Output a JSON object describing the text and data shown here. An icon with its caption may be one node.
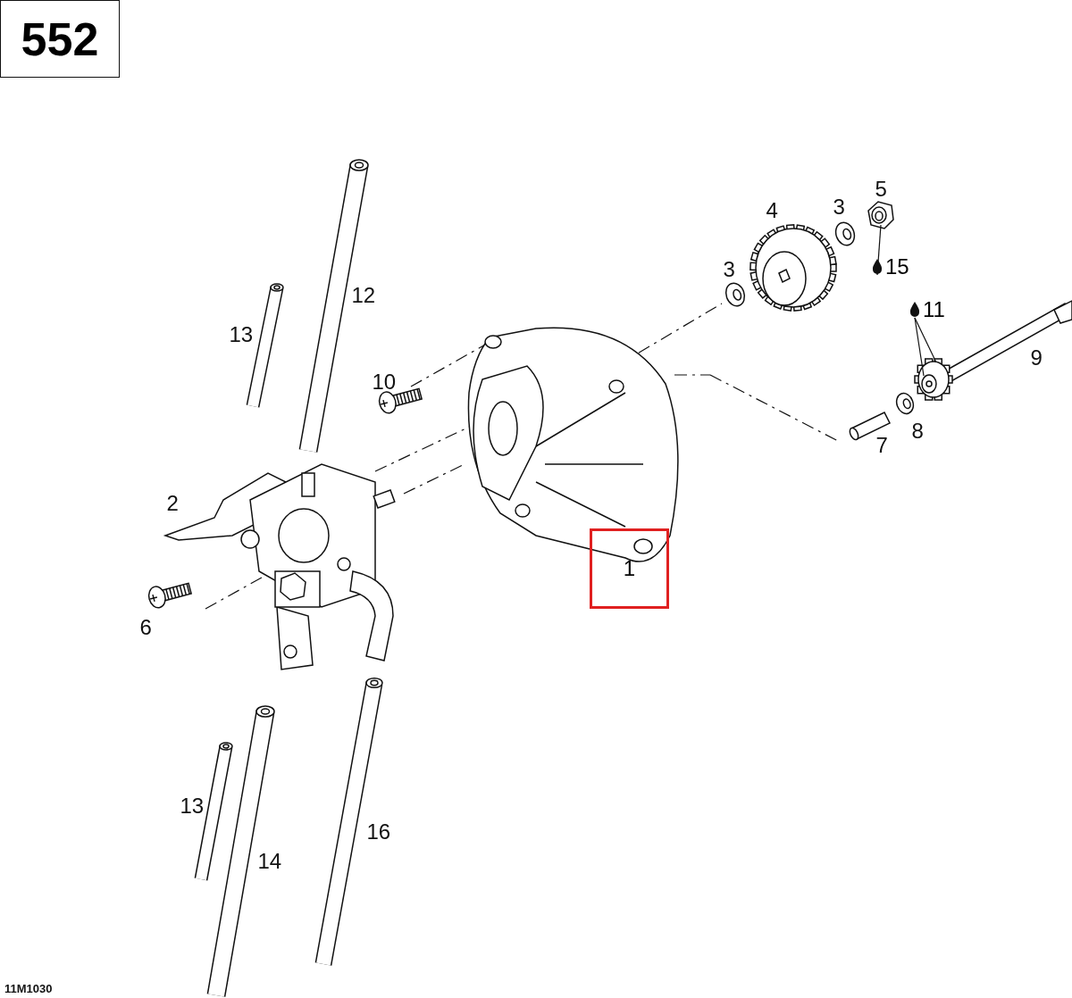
{
  "diagram": {
    "nodes": [
      {
        "text": [
          "552"
        ]
      },
      {
        "text": [
          "1"
        ]
      },
      {
        "text": [
          "15"
        ]
      },
      {
        "text": [],
        "shape": "picture"
      },
      {
        "text": [
          "11"
        ]
      },
      {
        "text": [],
        "shape": "picture"
      }
    ],
    "edges": [
      {
        "from": 2,
        "to": 3,
        "arrow": "none"
      },
      {
        "from": 4,
        "to": 5,
        "arrow": "none"
      },
      {
        "from": 4,
        "to": 5,
        "arrow": "none"
      }
    ],
    "labels": [
      "5",
      "4",
      "3",
      "3",
      "12",
      "13",
      "10",
      "9",
      "7",
      "8",
      "2",
      "6",
      "13",
      "16",
      "14",
      "11M1030"
    ]
  }
}
